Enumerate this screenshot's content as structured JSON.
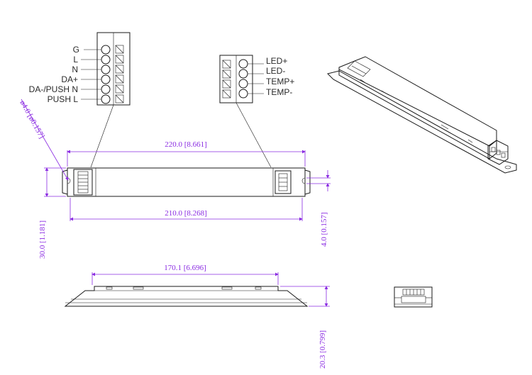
{
  "connector_left": {
    "pins": [
      "G",
      "L",
      "N",
      "DA+",
      "DA-/PUSH N",
      "PUSH L"
    ]
  },
  "connector_right": {
    "pins": [
      "LED+",
      "LED-",
      "TEMP+",
      "TEMP-"
    ]
  },
  "dimensions": {
    "hole_diameter": "ø4.0 [ø0.157]",
    "overall_length": "220.0 [8.661]",
    "hole_spacing": "210.0 [8.268]",
    "width": "30.0 [1.181]",
    "hole_offset": "4.0 [0.157]",
    "cover_length": "170.1 [6.696]",
    "height": "20.3 [0.799]"
  },
  "colors": {
    "dimension": "#8a2be2",
    "outline": "#1a1a1a",
    "label": "#2a2a2a"
  }
}
